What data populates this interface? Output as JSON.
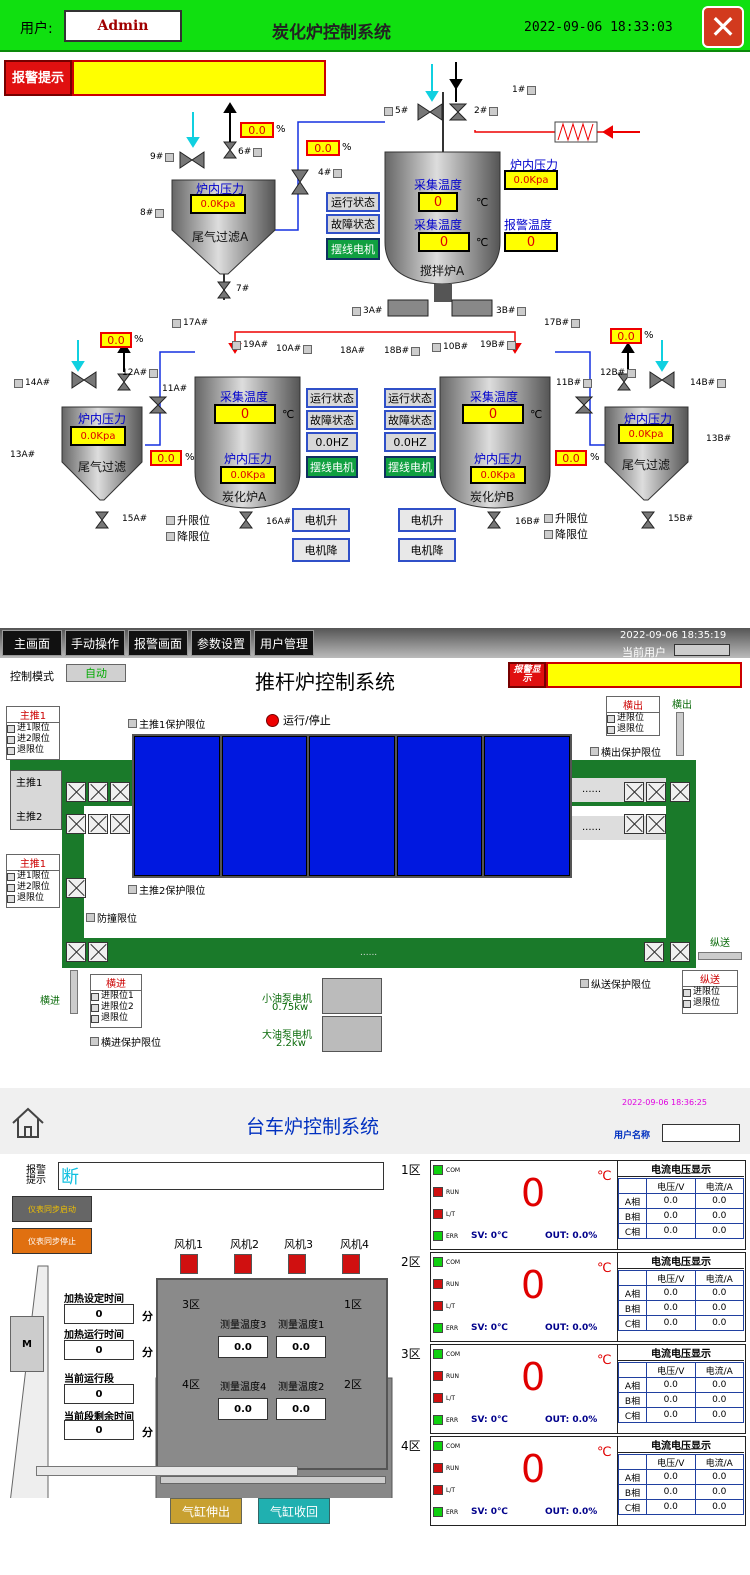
{
  "panel1": {
    "user_label": "用户:",
    "user_value": "Admin",
    "title": "炭化炉控制系统",
    "datetime": "2022-09-06  18:33:03",
    "alarm_label": "报警提示",
    "close_icon": "close-icon",
    "valves": {
      "v1": "1#",
      "v2": "2#",
      "v3A": "3A#",
      "v3B": "3B#",
      "v4": "4#",
      "v5": "5#",
      "v6": "6#",
      "v7": "7#",
      "v8": "8#",
      "v9": "9#",
      "v10A": "10A#",
      "v10B": "10B#",
      "v11A": "11A#",
      "v11B": "11B#",
      "v12A": "12A#",
      "v12B": "12B#",
      "v13A": "13A#",
      "v13B": "13B#",
      "v14A": "14A#",
      "v14B": "14B#",
      "v15A": "15A#",
      "v15B": "15B#",
      "v16A": "16A#",
      "v16B": "16B#",
      "v17A": "17A#",
      "v17B": "17B#",
      "v18A": "18A#",
      "v18B": "18B#",
      "v19A": "19A#",
      "v19B": "19B#"
    },
    "pct_unit": "%",
    "pct_values": {
      "top": "0.0",
      "left_top": "0.0",
      "right_top": "0.0",
      "left_mid": "0.0",
      "right_mid": "0.0",
      "small_top": "0.0"
    },
    "mixer": {
      "name": "搅拌炉A",
      "temp_label": "采集温度",
      "temp1": "0",
      "temp2_label": "采集温度",
      "temp2": "0",
      "unit": "℃",
      "pressure_label": "炉内压力",
      "pressure": "0.0Kpa",
      "alarm_temp_label": "报警温度",
      "alarm_temp": "0",
      "run_status": "运行状态",
      "fault_status": "故障状态",
      "swing_motor": "摆线电机"
    },
    "filterA": {
      "name": "尾气过滤A",
      "pressure_label": "炉内压力",
      "pressure": "0.0Kpa"
    },
    "filterL": {
      "name": "尾气过滤",
      "pressure_label": "炉内压力",
      "pressure": "0.0Kpa"
    },
    "filterR": {
      "name": "尾气过滤",
      "pressure_label": "炉内压力",
      "pressure": "0.0Kpa"
    },
    "carbA": {
      "name": "炭化炉A",
      "temp_label": "采集温度",
      "temp": "0",
      "unit": "℃",
      "pressure_label": "炉内压力",
      "pressure": "0.0Kpa",
      "run_status": "运行状态",
      "fault_status": "故障状态",
      "freq": "0.0HZ",
      "swing_motor": "摆线电机",
      "motor_up": "电机升",
      "motor_down": "电机降",
      "up_limit": "升限位",
      "down_limit": "降限位"
    },
    "carbB": {
      "name": "炭化炉B",
      "temp_label": "采集温度",
      "temp": "0",
      "unit": "℃",
      "pressure_label": "炉内压力",
      "pressure": "0.0Kpa",
      "run_status": "运行状态",
      "fault_status": "故障状态",
      "freq": "0.0HZ",
      "swing_motor": "摆线电机",
      "motor_up": "电机升",
      "motor_down": "电机降",
      "up_limit": "升限位",
      "down_limit": "降限位"
    }
  },
  "panel2": {
    "nav": [
      "主画面",
      "手动操作",
      "报警画面",
      "参数设置",
      "用户管理"
    ],
    "datetime": "2022-09-06  18:35:19",
    "current_user_label": "当前用户",
    "control_mode_label": "控制模式",
    "control_mode_value": "自动",
    "title": "推杆炉控制系统",
    "alarm_label": "报警显示",
    "main_push1_limit": "主推1保护限位",
    "main_push2_limit": "主推2保护限位",
    "run_stop": "运行/停止",
    "side_out_limit": "横出保护限位",
    "anti_collision": "防撞限位",
    "longitudinal_limit": "纵送保护限位",
    "side_in_limit": "横进保护限位",
    "push1_panel": {
      "title": "主推1",
      "items": [
        "进1限位",
        "进2限位",
        "退限位"
      ]
    },
    "push1_panel_b": {
      "title": "主推1",
      "items": [
        "进1限位",
        "进2限位",
        "退限位"
      ]
    },
    "push1_label": "主推1",
    "push2_label": "主推2",
    "side_out_panel": {
      "title": "横出",
      "items": [
        "进限位",
        "退限位"
      ]
    },
    "side_out_label": "横出",
    "side_in_panel": {
      "title": "横进",
      "items": [
        "进限位1",
        "进限位2",
        "退限位"
      ]
    },
    "side_in_label": "横进",
    "long_panel": {
      "title": "纵送",
      "items": [
        "进限位",
        "退限位"
      ]
    },
    "long_label": "纵送",
    "dots": "......",
    "small_pump": "小油泵电机",
    "small_pump_kw": "0.75kw",
    "large_pump": "大油泵电机",
    "large_pump_kw": "2.2kw"
  },
  "panel3": {
    "title": "台车炉控制系统",
    "datetime": "2022-09-06  18:36:25",
    "user_name_label": "用户名称",
    "alarm_label": "报警提示",
    "alarm_text": "断",
    "meter_sync_start": "仪表同步启动",
    "meter_sync_stop": "仪表同步停止",
    "heat_set_time": "加热设定时间",
    "heat_run_time": "加热运行时间",
    "current_stage": "当前运行段",
    "stage_remain": "当前段剩余时间",
    "min_unit": "分",
    "heat_set_val": "0",
    "heat_run_val": "0",
    "stage_val": "0",
    "remain_val": "0",
    "fans": [
      "风机1",
      "风机2",
      "风机3",
      "风机4"
    ],
    "zones_in": [
      "3区",
      "1区",
      "4区",
      "2区"
    ],
    "measure": [
      {
        "label": "测量温度3",
        "val": "0.0"
      },
      {
        "label": "测量温度1",
        "val": "0.0"
      },
      {
        "label": "测量温度4",
        "val": "0.0"
      },
      {
        "label": "测量温度2",
        "val": "0.0"
      }
    ],
    "motor_label": "M",
    "cyl_out": "气缸伸出",
    "cyl_in": "气缸收回",
    "zones": [
      {
        "label": "1区",
        "pv": "0",
        "unit": "℃",
        "sv": "SV:  0℃",
        "out": "OUT: 0.0%"
      },
      {
        "label": "2区",
        "pv": "0",
        "unit": "℃",
        "sv": "SV:  0℃",
        "out": "OUT: 0.0%"
      },
      {
        "label": "3区",
        "pv": "0",
        "unit": "℃",
        "sv": "SV:  0℃",
        "out": "OUT: 0.0%"
      },
      {
        "label": "4区",
        "pv": "0",
        "unit": "℃",
        "sv": "SV:  0℃",
        "out": "OUT: 0.0%"
      }
    ],
    "leds": [
      "COM",
      "RUN",
      "L/T",
      "ERR"
    ],
    "va_title": "电流电压显示",
    "va_cols": [
      "电压/V",
      "电流/A"
    ],
    "va_rows": [
      "A相",
      "B相",
      "C相"
    ],
    "va_val": "0.0"
  }
}
